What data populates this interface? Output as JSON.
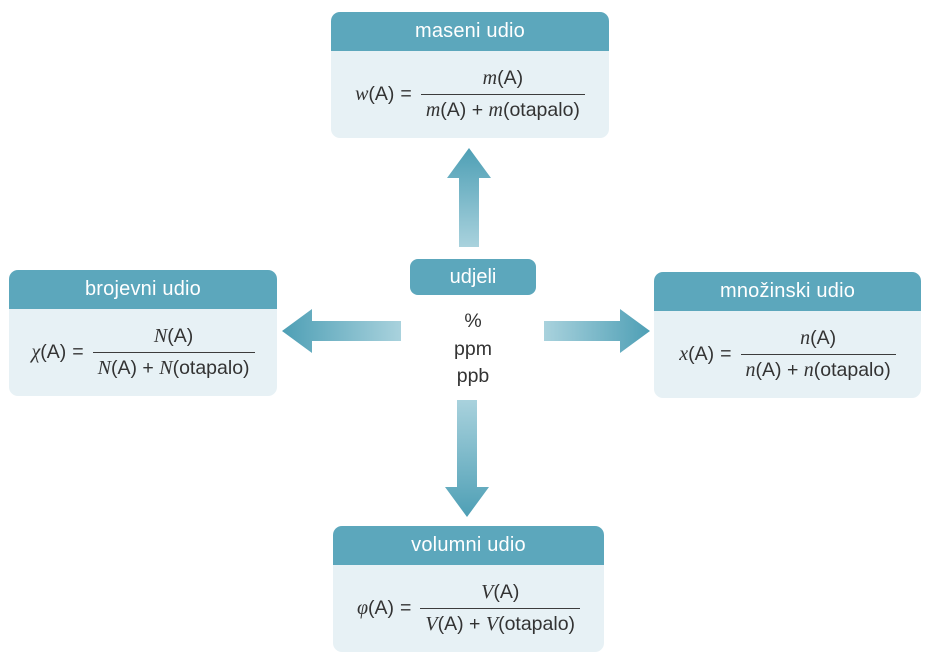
{
  "colors": {
    "header": "#5CA7BC",
    "body": "#E7F1F5",
    "text": "#333333",
    "arrow_light": "#A9D2DD",
    "arrow_dark": "#4E9FB5"
  },
  "center": {
    "label": "udjeli",
    "units": [
      "%",
      "ppm",
      "ppb"
    ]
  },
  "nodes": {
    "top": {
      "title": "maseni udio",
      "f": {
        "sym": "w",
        "sym_arg": "(A)",
        "eq": "=",
        "num_sym": "m",
        "num_arg": "(A)",
        "den_sym1": "m",
        "den_arg1": "(A)",
        "plus": "+",
        "den_sym2": "m",
        "den_arg2": "(otapalo)"
      }
    },
    "left": {
      "title": "brojevni udio",
      "f": {
        "sym": "χ",
        "sym_arg": "(A)",
        "eq": "=",
        "num_sym": "N",
        "num_arg": "(A)",
        "den_sym1": "N",
        "den_arg1": "(A)",
        "plus": "+",
        "den_sym2": "N",
        "den_arg2": "(otapalo)"
      }
    },
    "right": {
      "title": "množinski udio",
      "f": {
        "sym": "x",
        "sym_arg": "(A)",
        "eq": "=",
        "num_sym": "n",
        "num_arg": "(A)",
        "den_sym1": "n",
        "den_arg1": "(A)",
        "plus": "+",
        "den_sym2": "n",
        "den_arg2": "(otapalo)"
      }
    },
    "bottom": {
      "title": "volumni udio",
      "f": {
        "sym": "φ",
        "sym_arg": "(A)",
        "eq": "=",
        "num_sym": "V",
        "num_arg": "(A)",
        "den_sym1": "V",
        "den_arg1": "(A)",
        "plus": "+",
        "den_sym2": "V",
        "den_arg2": "(otapalo)"
      }
    }
  },
  "icons": {
    "arrow_up": "arrow-up-icon",
    "arrow_down": "arrow-down-icon",
    "arrow_left": "arrow-left-icon",
    "arrow_right": "arrow-right-icon"
  }
}
